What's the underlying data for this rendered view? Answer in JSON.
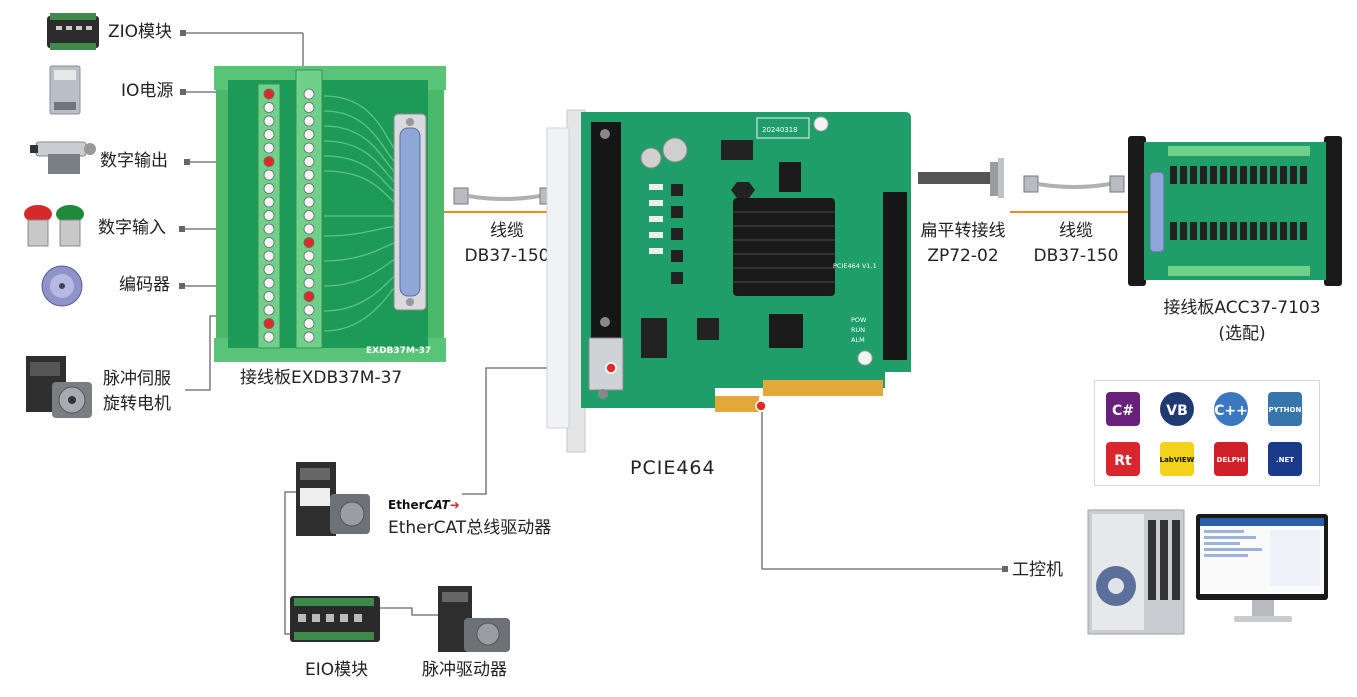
{
  "peripherals": {
    "zio": "ZIO模块",
    "io_power": "IO电源",
    "digital_out": "数字输出",
    "digital_in": "数字输入",
    "encoder": "编码器",
    "servo_line1": "脉冲伺服",
    "servo_line2": "旋转电机"
  },
  "terminal_board_left": {
    "silk": "EXDB37M-37",
    "caption": "接线板EXDB37M-37"
  },
  "cable_left": {
    "line1": "线缆",
    "line2": "DB37-150"
  },
  "card": {
    "name": "PCIE464",
    "silk_model": "PCIE464 V1.1",
    "silk_date": "20240318",
    "led_pow": "POW",
    "led_run": "RUN",
    "led_alm": "ALM"
  },
  "adapter": {
    "line1": "扁平转接线",
    "line2": "ZP72-02"
  },
  "cable_right": {
    "line1": "线缆",
    "line2": "DB37-150"
  },
  "terminal_board_right": {
    "line1": "接线板ACC37-7103",
    "line2": "(选配)"
  },
  "ethercat": {
    "logo_a": "Ether",
    "logo_b": "CAT",
    "label": "EtherCAT总线驱动器"
  },
  "eio": {
    "label": "EIO模块"
  },
  "pulse_driver": {
    "label": "脉冲驱动器"
  },
  "ipc": {
    "label": "工控机"
  },
  "languages": [
    {
      "name": "C#",
      "color": "#68217a"
    },
    {
      "name": "VB",
      "color": "#1f3a72"
    },
    {
      "name": "C++",
      "color": "#3a78c2"
    },
    {
      "name": "PYTHON",
      "color": "#3776ab"
    },
    {
      "name": "Rt",
      "color": "#d8262c"
    },
    {
      "name": "LabVIEW",
      "color": "#f2d21b"
    },
    {
      "name": "DELPHI",
      "color": "#d0202a"
    },
    {
      "name": ".NET",
      "color": "#1a3a8a"
    }
  ],
  "colors": {
    "pcb_green": "#1f9e6a",
    "terminal_green": "#4bb86a",
    "orange_cable": "#f08a1c",
    "connector_blue": "#8fa6d8"
  }
}
